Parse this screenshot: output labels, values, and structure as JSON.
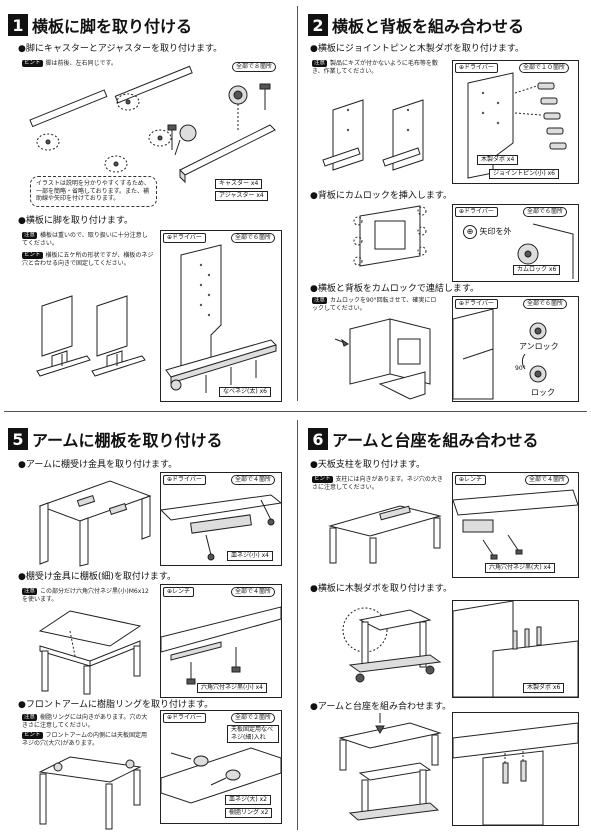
{
  "steps": [
    {
      "num": "1",
      "title": "横板に脚を取り付ける"
    },
    {
      "num": "2",
      "title": "横板と背板を組み合わせる"
    },
    {
      "num": "5",
      "title": "アームに棚板を取り付ける"
    },
    {
      "num": "6",
      "title": "アームと台座を組み合わせる"
    }
  ],
  "s1": {
    "b1": "●脚にキャスターとアジャスターを取り付けます。",
    "hint1_tag": "ヒント",
    "hint1": "脚は前後、左右同じです。",
    "count1": "全部で８箇所",
    "caster": "キャスター x4",
    "adjuster": "アジャスター x4",
    "illus_note": "イラストは説明を分かりやすくするため、一部を簡略・省略しております。また、補助線や矢印を付けております。",
    "b2": "●横板に脚を取り付けます。",
    "caution_tag": "注意",
    "caution": "横板は重いので、取り扱いに十分注意してください。",
    "hint2_tag": "ヒント",
    "hint2": "横板に五ケ所の形状ですが、横板のネジ穴と合わせる向きで固定してください。",
    "tool": "ドライバー",
    "count2": "全部で６箇所",
    "screw": "なべネジ(太) x6"
  },
  "s2": {
    "b1": "●横板にジョイントピンと木製ダボを取り付けます。",
    "caution_tag": "注意",
    "caution": "製品にキズが付かないように毛布等を敷き、作業してください。",
    "tool": "ドライバー",
    "count1": "全部で１０箇所",
    "dowel": "木製ダボ x4",
    "pin": "ジョイントピン(小) x6",
    "b2": "●背板にカムロックを挿入します。",
    "tool2": "ドライバー",
    "count2": "全部で６箇所",
    "arrow_out": "矢印を外",
    "camlock": "カムロック x6",
    "b3": "●横板と背板をカムロックで連結します。",
    "caution2_tag": "注意",
    "caution2": "カムロックを90°回転させて、確実にロックしてください。",
    "tool3": "ドライバー",
    "count3": "全部で６箇所",
    "unlock": "アンロック",
    "lock": "ロック",
    "deg": "90°"
  },
  "s5": {
    "b1": "●アームに棚受け金具を取り付けます。",
    "tool1": "ドライバー",
    "count1": "全部で４箇所",
    "screw1": "皿ネジ(小) x4",
    "b2": "●棚受け金具に棚板(細)を取付けます。",
    "caution_tag": "注意",
    "caution": "この部分だけ六角穴付ネジ黒(小)M6x12を使います。",
    "tool2": "レンチ",
    "count2": "全部で４箇所",
    "screw2": "六角穴付ネジ黒(小) x4",
    "b3": "●フロントアームに樹脂リングを取り付けます。",
    "caution2_tag": "注意",
    "caution2": "樹脂リングには向きがあります。穴の大きさに注意してください。",
    "hint_tag": "ヒント",
    "hint": "フロントアームの内側には天板固定用ネジの穴(大穴)があります。",
    "tool3": "ドライバー",
    "count3": "全部で２箇所",
    "callout": "天板固定用なべネジ(細)入れ",
    "screw3": "皿ネジ(大) x2",
    "ring": "樹脂リング x2"
  },
  "s6": {
    "b1": "●天板支柱を取り付けます。",
    "hint_tag": "ヒント",
    "hint": "支柱には向きがあります。ネジ穴の大きさに注意してください。",
    "tool1": "レンチ",
    "count1": "全部で４箇所",
    "screw1": "六角穴付ネジ黒(大) x4",
    "b2": "●横板に木製ダボを取り付けます。",
    "dowel": "木製ダボ x6",
    "b3": "●アームと台座を組み合わせます。"
  }
}
